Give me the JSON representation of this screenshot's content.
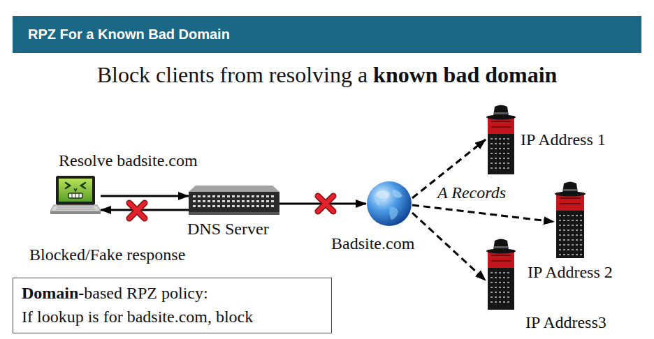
{
  "diagram": {
    "title": "RPZ For a Known Bad Domain",
    "nodes": [
      {
        "text": [
          "Resolve badsite.com"
        ]
      },
      {
        "text": [
          "DNS Server"
        ]
      },
      {
        "text": [
          "Badsite.com"
        ]
      },
      {
        "text": [
          "IP Address 1"
        ]
      },
      {
        "text": [
          "IP Address 2"
        ]
      },
      {
        "text": [
          "IP Address3"
        ]
      },
      {
        "text": [
          "Domain-based RPZ policy:",
          "If lookup is for badsite.com, block"
        ]
      }
    ],
    "edges": [
      {
        "from": 0,
        "to": 1,
        "arrow": "to"
      },
      {
        "from": 1,
        "to": 0,
        "arrow": "to",
        "label": "Blocked/Fake response"
      },
      {
        "from": 1,
        "to": 2,
        "arrow": "to"
      },
      {
        "from": 2,
        "to": 3,
        "arrow": "to"
      },
      {
        "from": 2,
        "to": 4,
        "arrow": "to",
        "label": "A Records"
      },
      {
        "from": 2,
        "to": 5,
        "arrow": "to"
      }
    ],
    "labels": [
      "Block clients from resolving a known bad domain"
    ]
  }
}
